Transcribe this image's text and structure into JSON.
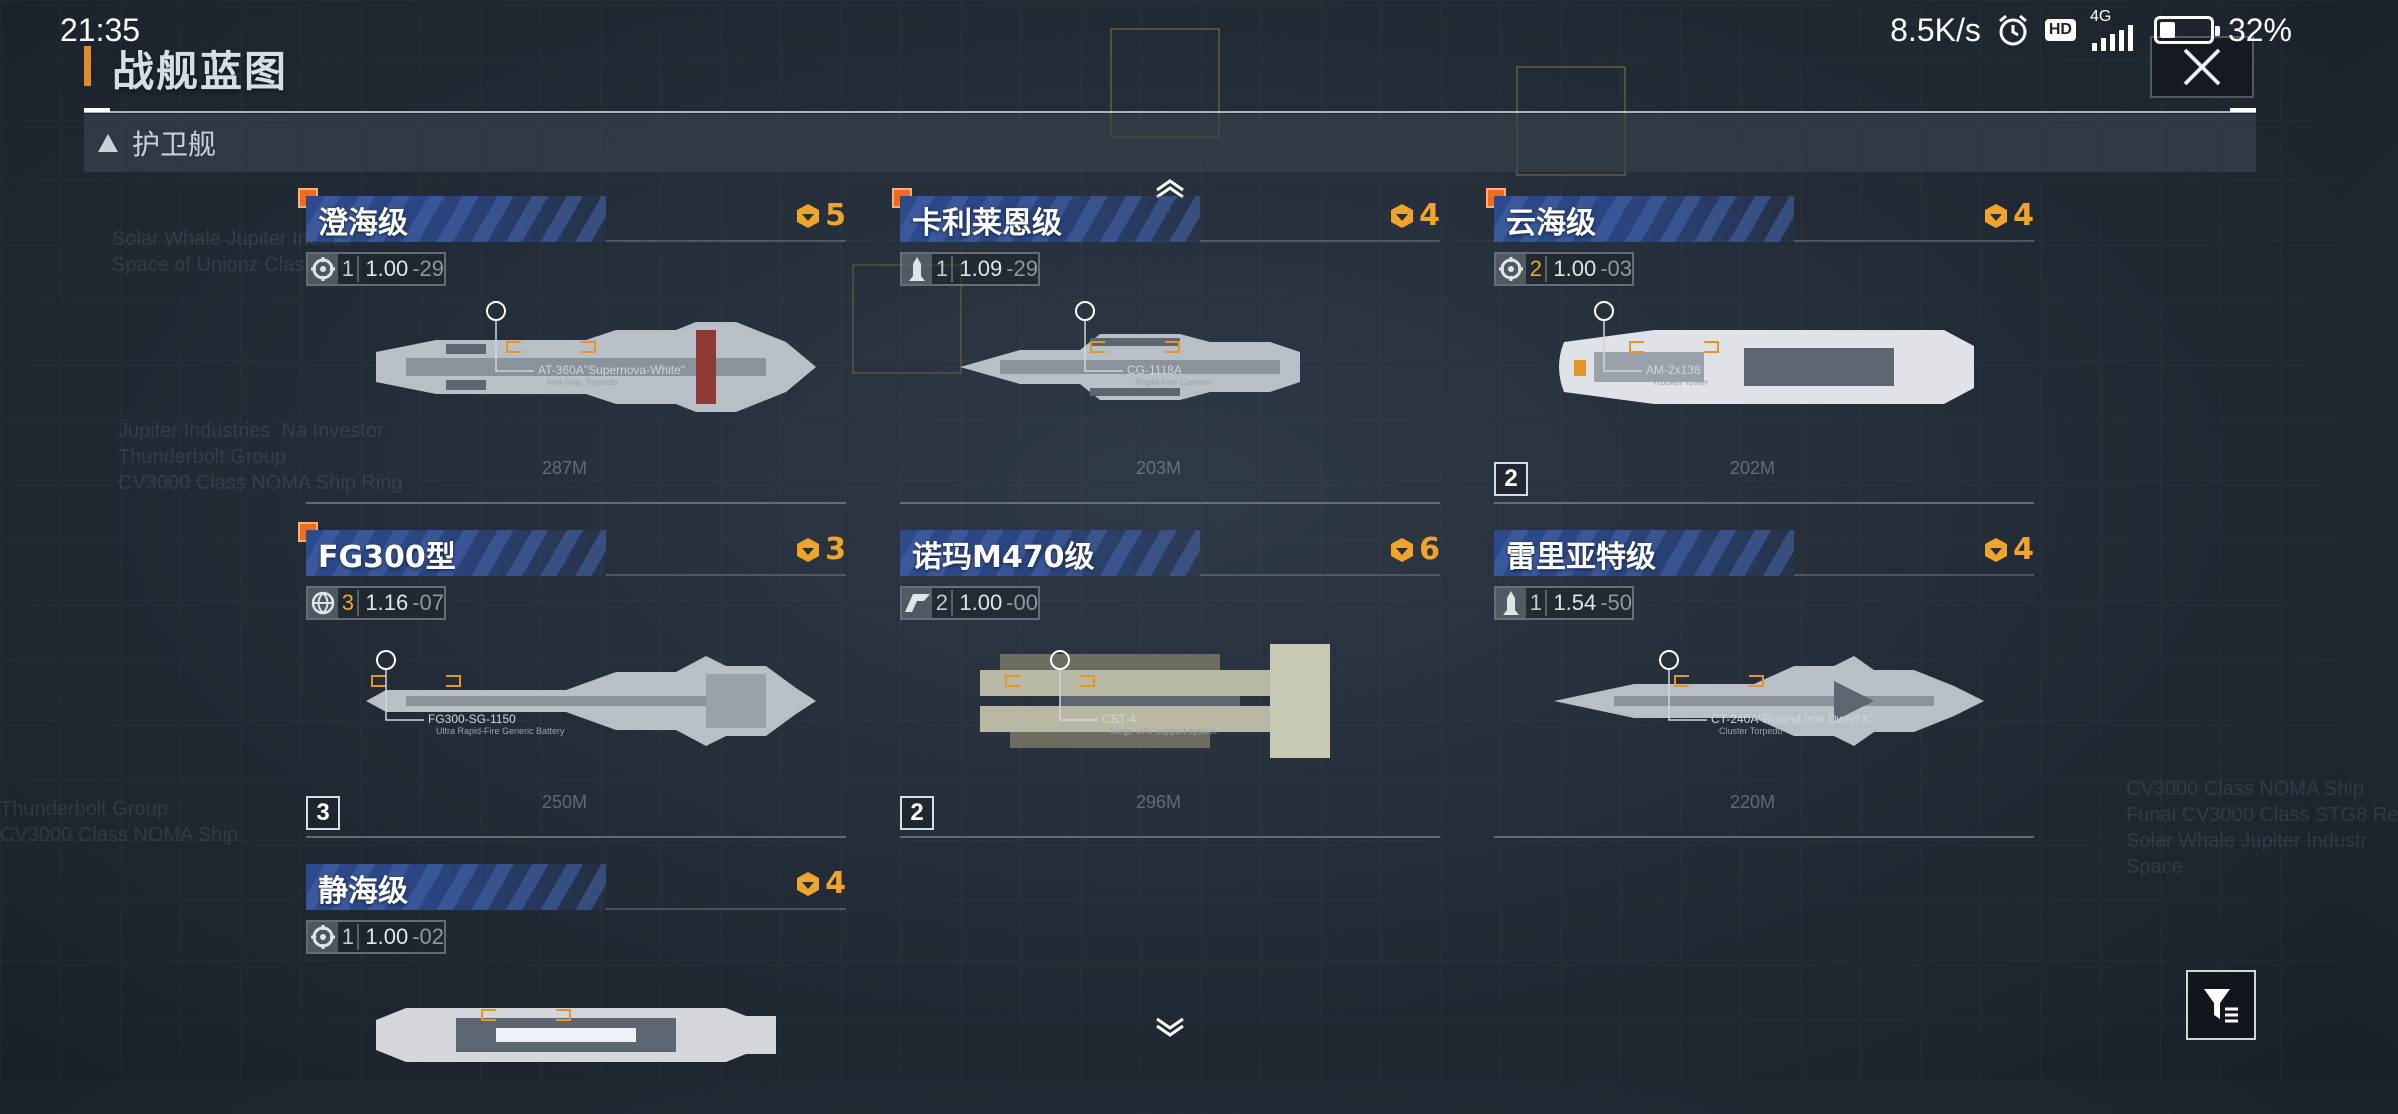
{
  "status_bar": {
    "time": "21:35",
    "net_speed": "8.5K/s",
    "hd": "HD",
    "network": "4G",
    "battery_percent": "32%",
    "battery_level": 0.32
  },
  "header": {
    "title": "战舰蓝图",
    "category": "护卫舰"
  },
  "colors": {
    "accent_orange": "#f26a1b",
    "cost_gold": "#f0a52a",
    "banner_blue": "#2d4a8c"
  },
  "background_text": {
    "left_top": "Solar Whale Jupiter Industr\nSpace of Unionz Class Sh",
    "left_mid": "Jupiter Industries  Na Investor\nThunderbolt Group\nCV3000 Class NOMA Ship Ring",
    "left_low": "Thunderbolt Group\nCV3000 Class NOMA Ship",
    "right_low": "CV3000 Class NOMA Ship\nFunai CV3000 Class STG8 Re\nSolar Whale Jupiter Industr\nSpace"
  },
  "ships": [
    {
      "name": "澄海级",
      "cost": "5",
      "selected": true,
      "stat_icon": "target-gear-icon",
      "tier": "1",
      "tier_gold": false,
      "speed": "1.00",
      "speed_sub": "-29",
      "weapon": "AT-360A\"Supernova-White\"",
      "weapon_desc": "Anti-Ship Torpedo",
      "length": "287M",
      "count": ""
    },
    {
      "name": "卡利莱恩级",
      "cost": "4",
      "selected": true,
      "stat_icon": "missile-icon",
      "tier": "1",
      "tier_gold": false,
      "speed": "1.09",
      "speed_sub": "-29",
      "weapon": "CG-1118A",
      "weapon_desc": "Rapid-Fire Cannon",
      "length": "203M",
      "count": ""
    },
    {
      "name": "云海级",
      "cost": "4",
      "selected": true,
      "stat_icon": "target-gear-icon",
      "tier": "2",
      "tier_gold": true,
      "speed": "1.00",
      "speed_sub": "-03",
      "weapon": "AM-2x138",
      "weapon_desc": "Rocket Tower",
      "length": "202M",
      "count": "2"
    },
    {
      "name": "FG300型",
      "cost": "3",
      "selected": true,
      "stat_icon": "globe-icon",
      "tier": "3",
      "tier_gold": true,
      "speed": "1.16",
      "speed_sub": "-07",
      "weapon": "FG300-SG-1150",
      "weapon_desc": "Ultra Rapid-Fire Generic Battery",
      "length": "250M",
      "count": "3"
    },
    {
      "name": "诺玛M470级",
      "cost": "6",
      "selected": false,
      "stat_icon": "brand-icon",
      "tier": "2",
      "tier_gold": false,
      "speed": "1.00",
      "speed_sub": "-00",
      "weapon": "CST-4",
      "weapon_desc": "Siege UAV support system",
      "length": "296M",
      "count": "2"
    },
    {
      "name": "雷里亚特级",
      "cost": "4",
      "selected": false,
      "stat_icon": "missile-icon",
      "tier": "1",
      "tier_gold": false,
      "speed": "1.54",
      "speed_sub": "-50",
      "weapon": "CT-240A\"Roland Iron Dwarf K\"",
      "weapon_desc": "Cluster Torpedo",
      "length": "220M",
      "count": ""
    },
    {
      "name": "静海级",
      "cost": "4",
      "selected": false,
      "stat_icon": "target-gear-icon",
      "tier": "1",
      "tier_gold": false,
      "speed": "1.00",
      "speed_sub": "-02",
      "weapon": "",
      "weapon_desc": "",
      "length": "",
      "count": ""
    }
  ]
}
